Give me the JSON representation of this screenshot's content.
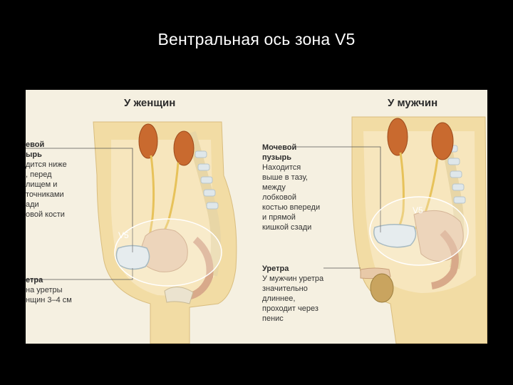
{
  "slide": {
    "title": "Вентральная ось зона V5"
  },
  "figure": {
    "female": {
      "heading": "У женщин",
      "bladder_title": "евой\nырь",
      "bladder_text": "дится ниже\n, перед\nлищем и\nточниками\nади\nовой кости",
      "urethra_title": "етра",
      "urethra_text": "на уретры\nнщин 3–4 см",
      "zone_label": "V5"
    },
    "male": {
      "heading": "У мужчин",
      "bladder_title": "Мочевой\nпузырь",
      "bladder_text": "Находится\nвыше в тазу,\nмежду\nлобковой\nкостью впереди\nи прямой\nкишкой сзади",
      "urethra_title": "Уретра",
      "urethra_text": "У мужчин уретра\nзначительно\nдлиннее,\nпроходит через\nпенис",
      "zone_label": "V5"
    }
  },
  "colors": {
    "background": "#000000",
    "paper": "#f5f0e1",
    "body": "#f2dca4",
    "kidney": "#c96a2f",
    "oval_stroke": "#ffffff"
  }
}
